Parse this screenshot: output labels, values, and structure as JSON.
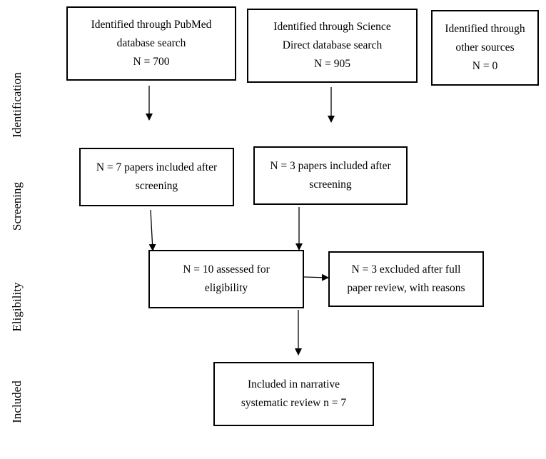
{
  "stages": {
    "identification": "Identification",
    "screening": "Screening",
    "eligibility": "Eligibility",
    "included": "Included"
  },
  "boxes": {
    "pubmed": {
      "line1": "Identified through PubMed",
      "line2": "database search",
      "line3": "N = 700"
    },
    "science_direct": {
      "line1": "Identified through Science",
      "line2": "Direct database search",
      "line3": "N = 905"
    },
    "other_sources": {
      "line1": "Identified through",
      "line2": "other sources",
      "line3": "N = 0"
    },
    "screen_pubmed": {
      "line1": "N = 7 papers included after",
      "line2": "screening"
    },
    "screen_science_direct": {
      "line1": "N = 3 papers included after",
      "line2": "screening"
    },
    "eligibility": {
      "line1": "N = 10 assessed for",
      "line2": "eligibility"
    },
    "excluded": {
      "line1": "N = 3 excluded after full",
      "line2": "paper review, with reasons"
    },
    "included": {
      "line1": "Included in narrative",
      "line2": "systematic review n = 7"
    }
  },
  "colors": {
    "stroke": "#000000",
    "background": "#ffffff"
  }
}
